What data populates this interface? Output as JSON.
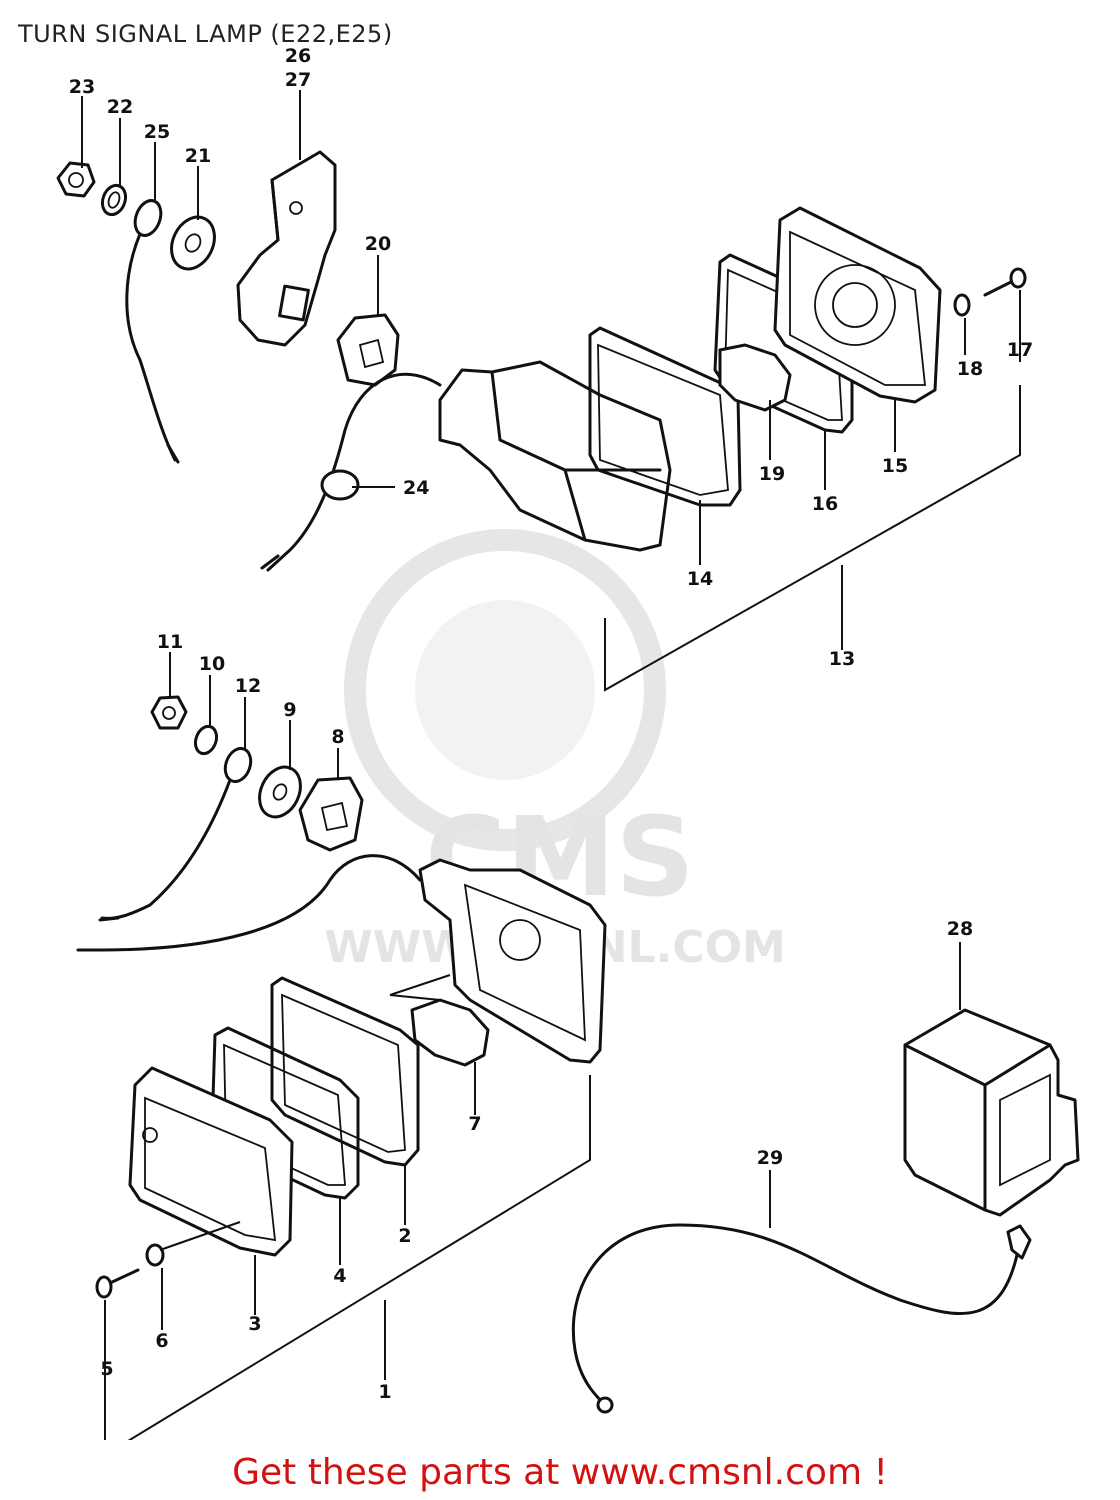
{
  "title": "TURN SIGNAL LAMP (E22,E25)",
  "footer": "Get these parts at www.cmsnl.com !",
  "watermark": {
    "brand": "CMS",
    "url": "WWW.CMSNL.COM"
  },
  "callouts": {
    "c1": "1",
    "c2": "2",
    "c3": "3",
    "c4": "4",
    "c5": "5",
    "c6": "6",
    "c7": "7",
    "c8": "8",
    "c9": "9",
    "c10": "10",
    "c11": "11",
    "c12": "12",
    "c13": "13",
    "c14": "14",
    "c15": "15",
    "c16": "16",
    "c17": "17",
    "c18": "18",
    "c19": "19",
    "c20": "20",
    "c21": "21",
    "c22": "22",
    "c23": "23",
    "c24": "24",
    "c25": "25",
    "c26": "26",
    "c27": "27",
    "c28": "28",
    "c29": "29"
  }
}
